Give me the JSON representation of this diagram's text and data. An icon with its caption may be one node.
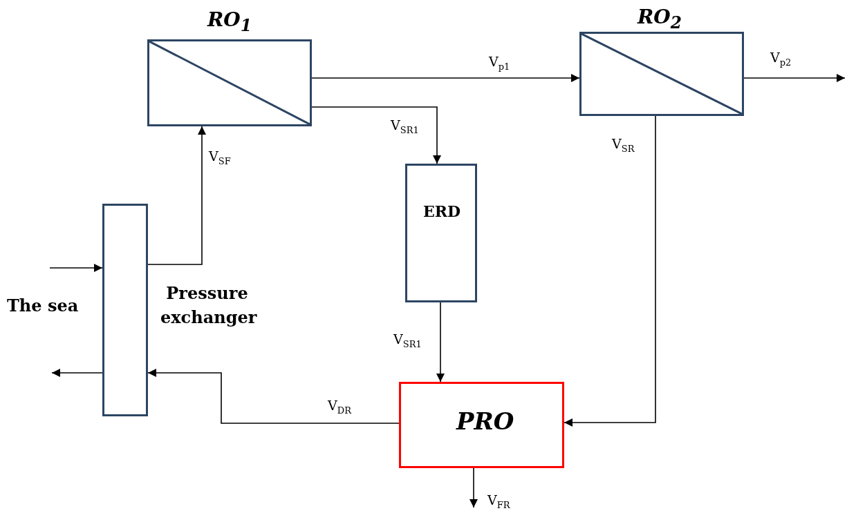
{
  "diagram": {
    "nodes": [
      {
        "text": [
          "RO$_{1}$"
        ]
      },
      {
        "text": [
          "RO$_{2}$"
        ]
      },
      {
        "text": [
          "ERD"
        ]
      },
      {
        "text": [
          "PRO"
        ]
      },
      {
        "text": [],
        "shape": "box",
        "beside": [
          "Pressure exchanger"
        ]
      }
    ],
    "edges": [
      {
        "from": null,
        "to": 4,
        "arrow": "to"
      },
      {
        "from": 4,
        "to": null,
        "arrow": "to"
      },
      {
        "from": 4,
        "to": 0,
        "arrow": "to",
        "label": "V$_{SF}$"
      },
      {
        "from": 0,
        "to": 1,
        "arrow": "to",
        "label": "V$_{p1}$"
      },
      {
        "from": 1,
        "to": null,
        "arrow": "to",
        "label": "V$_{p2}$"
      },
      {
        "from": 0,
        "to": 2,
        "arrow": "to",
        "label": "V$_{SR1}$"
      },
      {
        "from": 2,
        "to": 3,
        "arrow": "to",
        "label": "V$_{SR1}$"
      },
      {
        "from": 1,
        "to": 3,
        "arrow": "to",
        "label": "V$_{SR}$"
      },
      {
        "from": 3,
        "to": 4,
        "arrow": "to",
        "label": "V$_{DR}$"
      },
      {
        "from": 3,
        "to": null,
        "arrow": "to",
        "label": "V$_{FR}$"
      }
    ],
    "labels": [
      "The sea"
    ]
  }
}
